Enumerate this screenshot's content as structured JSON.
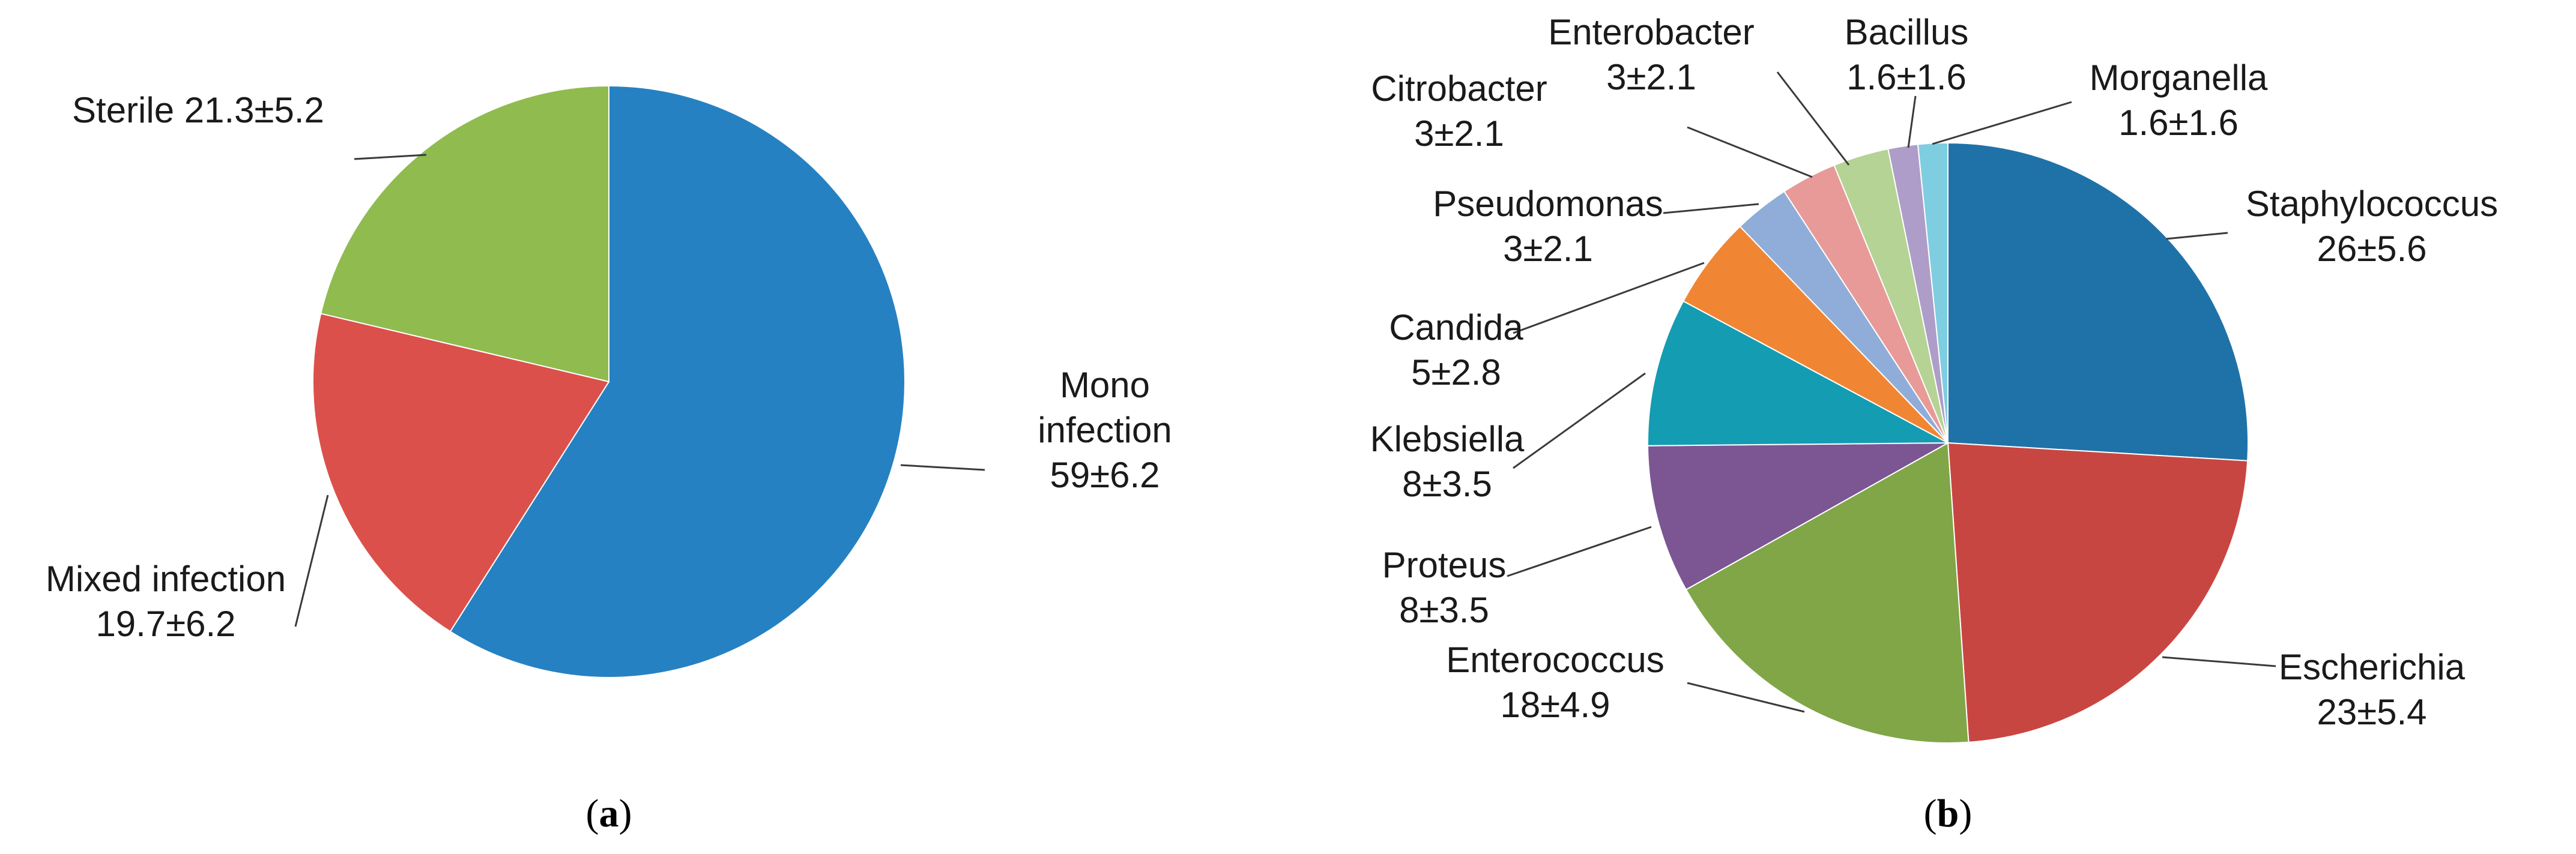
{
  "chart_data": [
    {
      "type": "pie",
      "caption": {
        "open": "(",
        "letter": "a",
        "close": ")"
      },
      "slices": [
        {
          "key": "mono",
          "label_lines": [
            "Mono",
            "infection",
            "59±6.2"
          ],
          "value": 59,
          "color": "#2681c2"
        },
        {
          "key": "mixed",
          "label_lines": [
            "Mixed infection",
            "19.7±6.2"
          ],
          "value": 19.7,
          "color": "#dc504b"
        },
        {
          "key": "sterile",
          "label_lines": [
            "Sterile 21.3±5.2"
          ],
          "value": 21.3,
          "color": "#8fbb4f"
        }
      ]
    },
    {
      "type": "pie",
      "caption": {
        "open": "(",
        "letter": "b",
        "close": ")"
      },
      "slices": [
        {
          "key": "staphylococcus",
          "label_lines": [
            "Staphylococcus",
            "26±5.6"
          ],
          "value": 26,
          "color": "#1f72a8"
        },
        {
          "key": "escherichia",
          "label_lines": [
            "Escherichia",
            "23±5.4"
          ],
          "value": 23,
          "color": "#c84641"
        },
        {
          "key": "enterococcus",
          "label_lines": [
            "Enterococcus",
            "18±4.9"
          ],
          "value": 18,
          "color": "#80a647"
        },
        {
          "key": "proteus",
          "label_lines": [
            "Proteus",
            "8±3.5"
          ],
          "value": 8,
          "color": "#7b5692"
        },
        {
          "key": "klebsiella",
          "label_lines": [
            "Klebsiella",
            "8±3.5"
          ],
          "value": 8,
          "color": "#149cb3"
        },
        {
          "key": "candida",
          "label_lines": [
            "Candida",
            "5±2.8"
          ],
          "value": 5,
          "color": "#f08633"
        },
        {
          "key": "pseudomonas",
          "label_lines": [
            "Pseudomonas",
            "3±2.1"
          ],
          "value": 3,
          "color": "#8fadd8"
        },
        {
          "key": "citrobacter",
          "label_lines": [
            "Citrobacter",
            "3±2.1"
          ],
          "value": 3,
          "color": "#e79a98"
        },
        {
          "key": "enterobacter",
          "label_lines": [
            "Enterobacter",
            "3±2.1"
          ],
          "value": 3,
          "color": "#b5d394"
        },
        {
          "key": "bacillus",
          "label_lines": [
            "Bacillus",
            "1.6±1.6"
          ],
          "value": 1.6,
          "color": "#ae9dc8"
        },
        {
          "key": "morganella",
          "label_lines": [
            "Morganella",
            "1.6±1.6"
          ],
          "value": 1.6,
          "color": "#7fcde0"
        }
      ]
    }
  ]
}
